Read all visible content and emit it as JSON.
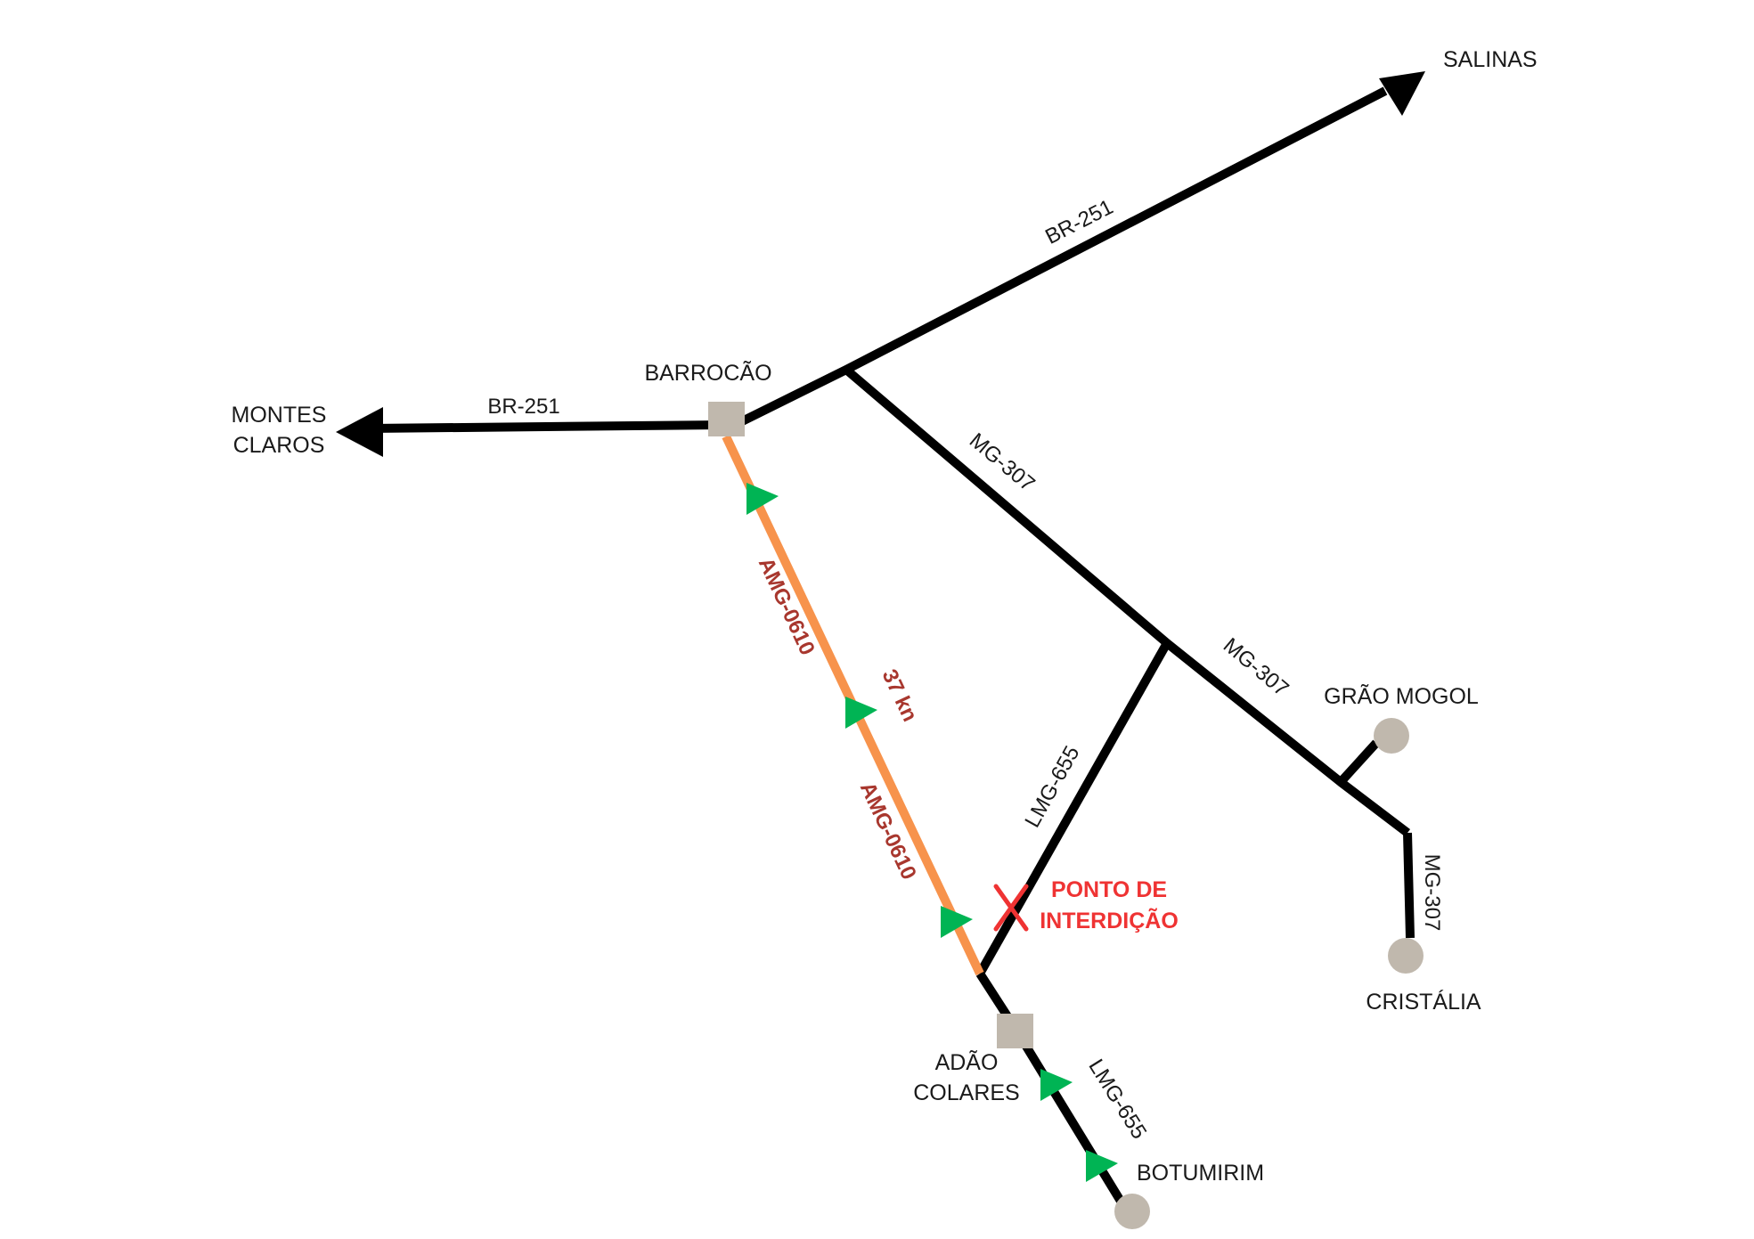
{
  "colors": {
    "road": "#000000",
    "detour_route": "#f7934c",
    "direction_arrow": "#00b454",
    "place_marker": "#c0b8ad",
    "detour_label": "#a8372e",
    "closure": "#ef3333"
  },
  "places": {
    "salinas": "SALINAS",
    "montes_claros_line1": "MONTES",
    "montes_claros_line2": "CLAROS",
    "barrocao": "BARROCÃO",
    "grao_mogol": "GRÃO MOGOL",
    "cristalia": "CRISTÁLIA",
    "adao_colares_line1": "ADÃO",
    "adao_colares_line2": "COLARES",
    "botumirim": "BOTUMIRIM"
  },
  "roads": {
    "br251_east": "BR-251",
    "br251_west": "BR-251",
    "mg307_upper": "MG-307",
    "mg307_middle": "MG-307",
    "mg307_south": "MG-307",
    "lmg655_north": "LMG-655",
    "lmg655_south": "LMG-655"
  },
  "detour": {
    "label_upper": "AMG-0610",
    "label_lower": "AMG-0610",
    "distance": "37 kn"
  },
  "closure": {
    "line1": "PONTO DE",
    "line2": "INTERDIÇÃO",
    "icon": "x-mark-icon"
  }
}
